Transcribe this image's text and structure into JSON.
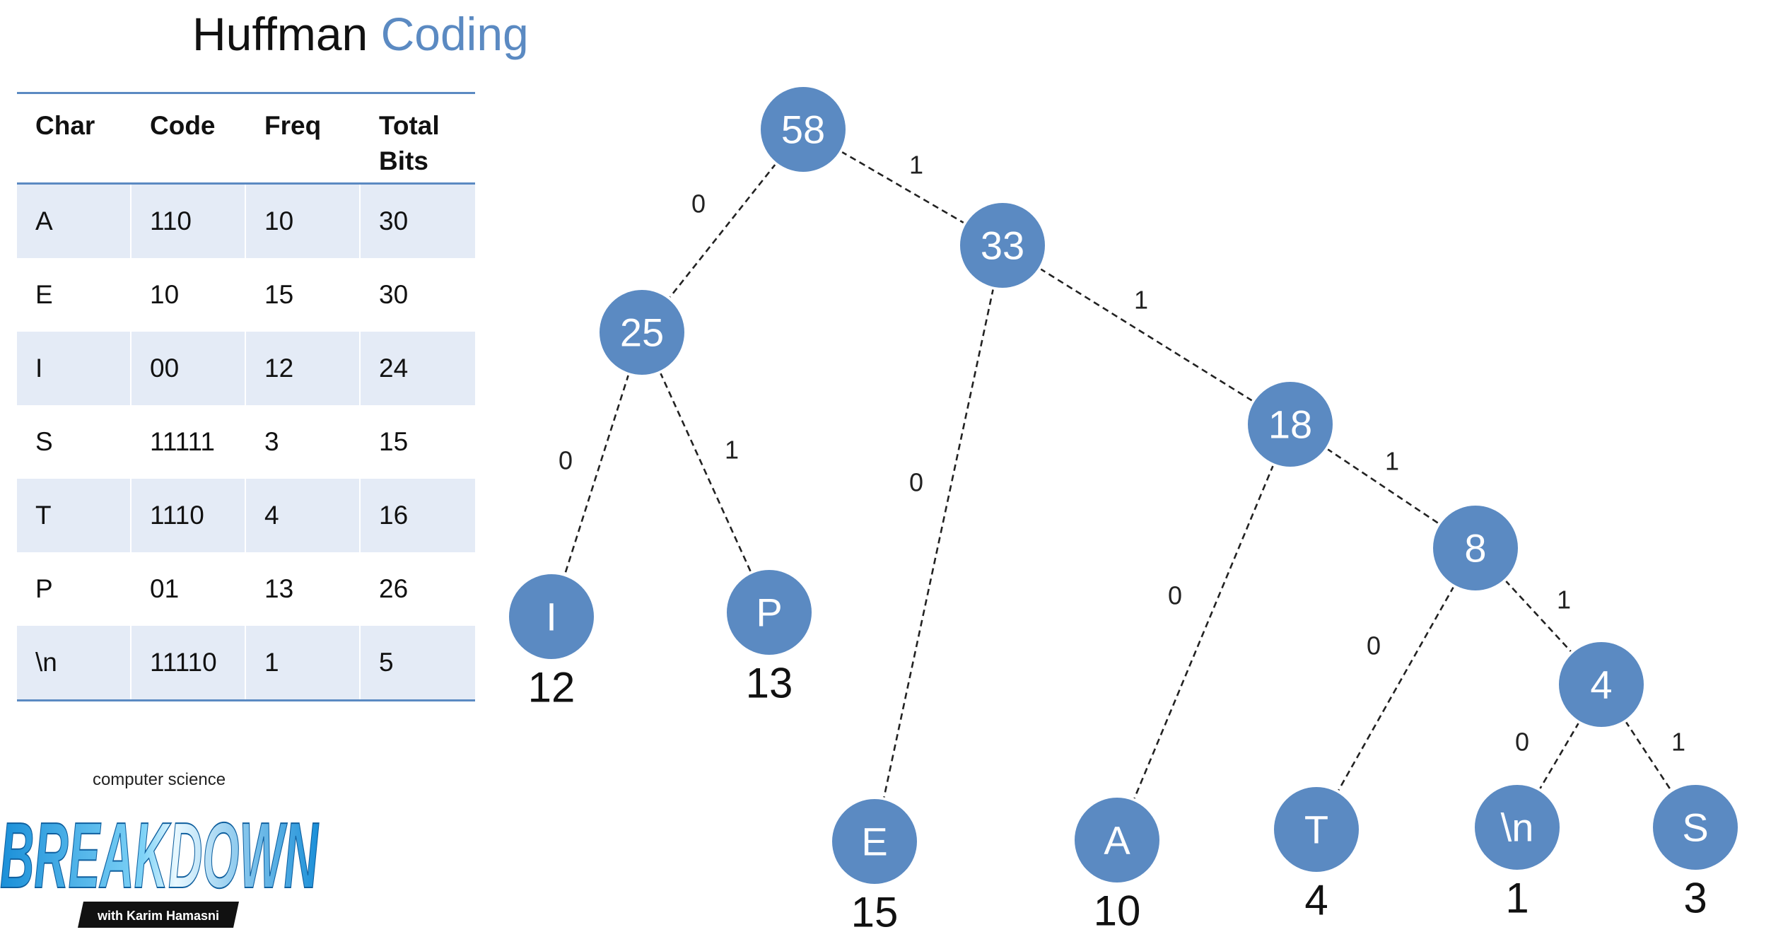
{
  "title": {
    "main": "Huffman",
    "accent": "Coding"
  },
  "table": {
    "headers": {
      "char": "Char",
      "code": "Code",
      "freq": "Freq",
      "total_line1": "Total",
      "total_line2": "Bits"
    },
    "rows": [
      {
        "char": "A",
        "code": "110",
        "freq": "10",
        "total": "30"
      },
      {
        "char": "E",
        "code": "10",
        "freq": "15",
        "total": "30"
      },
      {
        "char": "I",
        "code": "00",
        "freq": "12",
        "total": "24"
      },
      {
        "char": "S",
        "code": "11111",
        "freq": "3",
        "total": "15"
      },
      {
        "char": "T",
        "code": "1110",
        "freq": "4",
        "total": "16"
      },
      {
        "char": "P",
        "code": "01",
        "freq": "13",
        "total": "26"
      },
      {
        "char": "\\n",
        "code": "11110",
        "freq": "1",
        "total": "5"
      }
    ]
  },
  "tree": {
    "nodes": [
      {
        "id": "n58",
        "label": "58"
      },
      {
        "id": "n33",
        "label": "33"
      },
      {
        "id": "n25",
        "label": "25"
      },
      {
        "id": "n18",
        "label": "18"
      },
      {
        "id": "n8",
        "label": "8"
      },
      {
        "id": "n4",
        "label": "4"
      },
      {
        "id": "leafI",
        "label": "I",
        "freq": "12"
      },
      {
        "id": "leafP",
        "label": "P",
        "freq": "13"
      },
      {
        "id": "leafE",
        "label": "E",
        "freq": "15"
      },
      {
        "id": "leafA",
        "label": "A",
        "freq": "10"
      },
      {
        "id": "leafT",
        "label": "T",
        "freq": "4"
      },
      {
        "id": "leafNL",
        "label": "\\n",
        "freq": "1"
      },
      {
        "id": "leafS",
        "label": "S",
        "freq": "3"
      }
    ],
    "edges": [
      {
        "from": "n58",
        "to": "n25",
        "bit": "0"
      },
      {
        "from": "n58",
        "to": "n33",
        "bit": "1"
      },
      {
        "from": "n25",
        "to": "leafI",
        "bit": "0"
      },
      {
        "from": "n25",
        "to": "leafP",
        "bit": "1"
      },
      {
        "from": "n33",
        "to": "leafE",
        "bit": "0"
      },
      {
        "from": "n33",
        "to": "n18",
        "bit": "1"
      },
      {
        "from": "n18",
        "to": "leafA",
        "bit": "0"
      },
      {
        "from": "n18",
        "to": "n8",
        "bit": "1"
      },
      {
        "from": "n8",
        "to": "leafT",
        "bit": "0"
      },
      {
        "from": "n8",
        "to": "n4",
        "bit": "1"
      },
      {
        "from": "n4",
        "to": "leafNL",
        "bit": "0"
      },
      {
        "from": "n4",
        "to": "leafS",
        "bit": "1"
      }
    ]
  },
  "logo": {
    "top_text": "computer science",
    "main_text": "BREAKDOWN",
    "ribbon_text": "with Karim Hamasni"
  },
  "colors": {
    "accent": "#5b8ac2",
    "band": "#e4ebf6"
  }
}
